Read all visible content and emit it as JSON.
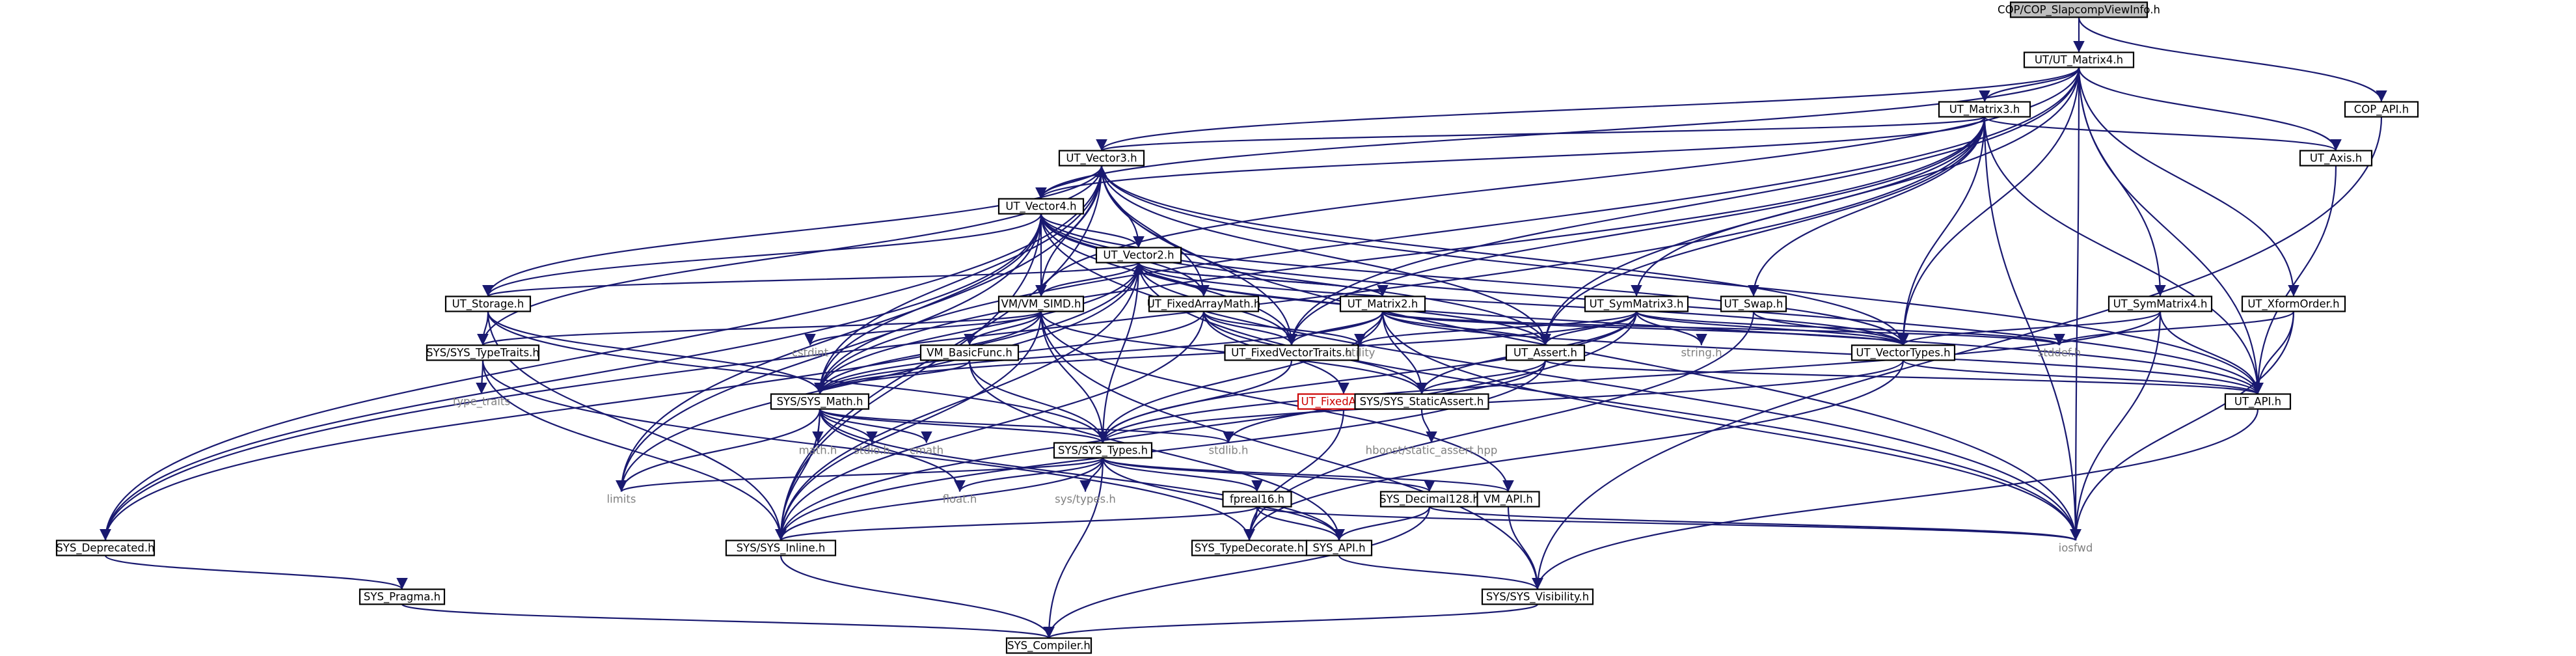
{
  "colors": {
    "edge": "#191970",
    "box_stroke": "#000000",
    "box_fill": "#ffffff",
    "root_fill": "#bfbfbf",
    "text": "#000000",
    "missing_text": "#cc0000",
    "missing_stroke": "#cc0000",
    "plain_text": "#808080"
  },
  "nodes": [
    {
      "id": "root",
      "label": "COP/COP_SlapcompViewInfo.h",
      "kind": "root"
    },
    {
      "id": "ut_matrix4",
      "label": "UT/UT_Matrix4.h",
      "kind": "box"
    },
    {
      "id": "cop_api",
      "label": "COP_API.h",
      "kind": "box"
    },
    {
      "id": "ut_matrix3",
      "label": "UT_Matrix3.h",
      "kind": "box"
    },
    {
      "id": "ut_vector3",
      "label": "UT_Vector3.h",
      "kind": "box"
    },
    {
      "id": "ut_axis",
      "label": "UT_Axis.h",
      "kind": "box"
    },
    {
      "id": "ut_vector4",
      "label": "UT_Vector4.h",
      "kind": "box"
    },
    {
      "id": "ut_vector2",
      "label": "UT_Vector2.h",
      "kind": "box"
    },
    {
      "id": "ut_storage",
      "label": "UT_Storage.h",
      "kind": "box"
    },
    {
      "id": "vm_simd",
      "label": "VM/VM_SIMD.h",
      "kind": "box"
    },
    {
      "id": "ut_fixedarraymath",
      "label": "UT_FixedArrayMath.h",
      "kind": "box"
    },
    {
      "id": "ut_matrix2",
      "label": "UT_Matrix2.h",
      "kind": "box"
    },
    {
      "id": "ut_symmatrix3",
      "label": "UT_SymMatrix3.h",
      "kind": "box"
    },
    {
      "id": "ut_swap",
      "label": "UT_Swap.h",
      "kind": "box"
    },
    {
      "id": "ut_symmatrix4",
      "label": "UT_SymMatrix4.h",
      "kind": "box"
    },
    {
      "id": "ut_xformorder",
      "label": "UT_XformOrder.h",
      "kind": "box"
    },
    {
      "id": "sys_typetraits",
      "label": "SYS/SYS_TypeTraits.h",
      "kind": "box"
    },
    {
      "id": "cstdint",
      "label": "cstdint",
      "kind": "plain"
    },
    {
      "id": "vm_basicfunc",
      "label": "VM_BasicFunc.h",
      "kind": "box"
    },
    {
      "id": "ut_fixedvectortraits",
      "label": "UT_FixedVectorTraits.h",
      "kind": "box"
    },
    {
      "id": "utility",
      "label": "utility",
      "kind": "plain"
    },
    {
      "id": "ut_assert",
      "label": "UT_Assert.h",
      "kind": "box"
    },
    {
      "id": "string_h",
      "label": "string.h",
      "kind": "plain"
    },
    {
      "id": "ut_vectortypes",
      "label": "UT_VectorTypes.h",
      "kind": "box"
    },
    {
      "id": "stddef_h",
      "label": "stddef.h",
      "kind": "plain"
    },
    {
      "id": "type_traits",
      "label": "type_traits",
      "kind": "plain"
    },
    {
      "id": "sys_math",
      "label": "SYS/SYS_Math.h",
      "kind": "box"
    },
    {
      "id": "ut_fixedarray",
      "label": "UT_FixedArray.h",
      "kind": "missing"
    },
    {
      "id": "sys_staticassert",
      "label": "SYS/SYS_StaticAssert.h",
      "kind": "box"
    },
    {
      "id": "ut_api",
      "label": "UT_API.h",
      "kind": "box"
    },
    {
      "id": "math_h",
      "label": "math.h",
      "kind": "plain"
    },
    {
      "id": "stdio_h",
      "label": "stdio.h",
      "kind": "plain"
    },
    {
      "id": "cmath",
      "label": "cmath",
      "kind": "plain"
    },
    {
      "id": "sys_types",
      "label": "SYS/SYS_Types.h",
      "kind": "box"
    },
    {
      "id": "stdlib_h",
      "label": "stdlib.h",
      "kind": "plain"
    },
    {
      "id": "hboost",
      "label": "hboost/static_assert.hpp",
      "kind": "plain"
    },
    {
      "id": "limits",
      "label": "limits",
      "kind": "plain"
    },
    {
      "id": "float_h",
      "label": "float.h",
      "kind": "plain"
    },
    {
      "id": "sys_types_h",
      "label": "sys/types.h",
      "kind": "plain"
    },
    {
      "id": "fpreal16",
      "label": "fpreal16.h",
      "kind": "box"
    },
    {
      "id": "sys_decimal128",
      "label": "SYS_Decimal128.h",
      "kind": "box"
    },
    {
      "id": "vm_api",
      "label": "VM_API.h",
      "kind": "box"
    },
    {
      "id": "sys_deprecated",
      "label": "SYS_Deprecated.h",
      "kind": "box"
    },
    {
      "id": "sys_inline",
      "label": "SYS/SYS_Inline.h",
      "kind": "box"
    },
    {
      "id": "sys_typedecorate",
      "label": "SYS_TypeDecorate.h",
      "kind": "box"
    },
    {
      "id": "sys_api",
      "label": "SYS_API.h",
      "kind": "box"
    },
    {
      "id": "iosfwd",
      "label": "iosfwd",
      "kind": "plain"
    },
    {
      "id": "sys_pragma",
      "label": "SYS_Pragma.h",
      "kind": "box"
    },
    {
      "id": "sys_visibility",
      "label": "SYS/SYS_Visibility.h",
      "kind": "box"
    },
    {
      "id": "sys_compiler",
      "label": "SYS_Compiler.h",
      "kind": "box"
    }
  ],
  "edges": [
    [
      "root",
      "ut_matrix4"
    ],
    [
      "root",
      "cop_api"
    ],
    [
      "cop_api",
      "sys_visibility"
    ],
    [
      "ut_matrix4",
      "ut_matrix3"
    ],
    [
      "ut_matrix4",
      "ut_vector3"
    ],
    [
      "ut_matrix4",
      "ut_vector4"
    ],
    [
      "ut_matrix4",
      "ut_axis"
    ],
    [
      "ut_matrix4",
      "ut_symmatrix4"
    ],
    [
      "ut_matrix4",
      "ut_xformorder"
    ],
    [
      "ut_matrix4",
      "ut_api"
    ],
    [
      "ut_matrix4",
      "ut_assert"
    ],
    [
      "ut_matrix4",
      "ut_vectortypes"
    ],
    [
      "ut_matrix4",
      "ut_fixedvectortraits"
    ],
    [
      "ut_matrix4",
      "vm_simd"
    ],
    [
      "ut_matrix4",
      "sys_math"
    ],
    [
      "ut_matrix4",
      "iosfwd"
    ],
    [
      "ut_matrix3",
      "ut_vector3"
    ],
    [
      "ut_matrix3",
      "ut_vector4"
    ],
    [
      "ut_matrix3",
      "ut_axis"
    ],
    [
      "ut_matrix3",
      "ut_swap"
    ],
    [
      "ut_matrix3",
      "ut_symmatrix3"
    ],
    [
      "ut_matrix3",
      "ut_vectortypes"
    ],
    [
      "ut_matrix3",
      "ut_assert"
    ],
    [
      "ut_matrix3",
      "ut_api"
    ],
    [
      "ut_matrix3",
      "ut_fixedvectortraits"
    ],
    [
      "ut_matrix3",
      "sys_math"
    ],
    [
      "ut_matrix3",
      "iosfwd"
    ],
    [
      "ut_matrix3",
      "sys_deprecated"
    ],
    [
      "ut_vector3",
      "ut_vector4"
    ],
    [
      "ut_vector3",
      "ut_vector2"
    ],
    [
      "ut_vector3",
      "ut_storage"
    ],
    [
      "ut_vector3",
      "vm_simd"
    ],
    [
      "ut_vector3",
      "ut_fixedarraymath"
    ],
    [
      "ut_vector3",
      "ut_fixedvectortraits"
    ],
    [
      "ut_vector3",
      "ut_assert"
    ],
    [
      "ut_vector3",
      "ut_vectortypes"
    ],
    [
      "ut_vector3",
      "ut_api"
    ],
    [
      "ut_vector3",
      "sys_math"
    ],
    [
      "ut_vector3",
      "sys_typetraits"
    ],
    [
      "ut_vector3",
      "sys_deprecated"
    ],
    [
      "ut_vector3",
      "sys_inline"
    ],
    [
      "ut_vector3",
      "limits"
    ],
    [
      "ut_vector3",
      "iosfwd"
    ],
    [
      "ut_vector4",
      "ut_vector3"
    ],
    [
      "ut_vector4",
      "ut_vector2"
    ],
    [
      "ut_vector4",
      "ut_storage"
    ],
    [
      "ut_vector4",
      "vm_simd"
    ],
    [
      "ut_vector4",
      "ut_fixedarraymath"
    ],
    [
      "ut_vector4",
      "ut_fixedvectortraits"
    ],
    [
      "ut_vector4",
      "ut_assert"
    ],
    [
      "ut_vector4",
      "ut_vectortypes"
    ],
    [
      "ut_vector4",
      "ut_api"
    ],
    [
      "ut_vector4",
      "sys_math"
    ],
    [
      "ut_vector4",
      "sys_deprecated"
    ],
    [
      "ut_vector4",
      "sys_inline"
    ],
    [
      "ut_vector4",
      "limits"
    ],
    [
      "ut_vector4",
      "iosfwd"
    ],
    [
      "ut_vector2",
      "ut_matrix2"
    ],
    [
      "ut_vector2",
      "ut_storage"
    ],
    [
      "ut_vector2",
      "vm_simd"
    ],
    [
      "ut_vector2",
      "ut_fixedarraymath"
    ],
    [
      "ut_vector2",
      "ut_fixedvectortraits"
    ],
    [
      "ut_vector2",
      "ut_assert"
    ],
    [
      "ut_vector2",
      "ut_vectortypes"
    ],
    [
      "ut_vector2",
      "ut_api"
    ],
    [
      "ut_vector2",
      "sys_math"
    ],
    [
      "ut_vector2",
      "sys_types"
    ],
    [
      "ut_vector2",
      "sys_deprecated"
    ],
    [
      "ut_vector2",
      "sys_inline"
    ],
    [
      "ut_vector2",
      "limits"
    ],
    [
      "ut_vector2",
      "iosfwd"
    ],
    [
      "ut_matrix2",
      "ut_vector2"
    ],
    [
      "ut_matrix2",
      "ut_fixedvectortraits"
    ],
    [
      "ut_matrix2",
      "ut_assert"
    ],
    [
      "ut_matrix2",
      "ut_vectortypes"
    ],
    [
      "ut_matrix2",
      "ut_api"
    ],
    [
      "ut_matrix2",
      "sys_math"
    ],
    [
      "ut_matrix2",
      "sys_types"
    ],
    [
      "ut_matrix2",
      "sys_staticassert"
    ],
    [
      "ut_matrix2",
      "stddef_h"
    ],
    [
      "ut_matrix2",
      "utility"
    ],
    [
      "ut_matrix2",
      "iosfwd"
    ],
    [
      "ut_storage",
      "sys_typetraits"
    ],
    [
      "ut_storage",
      "sys_math"
    ],
    [
      "ut_storage",
      "sys_types"
    ],
    [
      "ut_storage",
      "sys_inline"
    ],
    [
      "vm_simd",
      "cstdint"
    ],
    [
      "vm_simd",
      "vm_basicfunc"
    ],
    [
      "vm_simd",
      "sys_math"
    ],
    [
      "vm_simd",
      "sys_types"
    ],
    [
      "vm_simd",
      "sys_inline"
    ],
    [
      "vm_simd",
      "sys_staticassert"
    ],
    [
      "vm_simd",
      "sys_typetraits"
    ],
    [
      "vm_simd",
      "vm_api"
    ],
    [
      "vm_simd",
      "sys_visibility"
    ],
    [
      "vm_basicfunc",
      "sys_math"
    ],
    [
      "vm_basicfunc",
      "sys_types"
    ],
    [
      "vm_basicfunc",
      "sys_api"
    ],
    [
      "ut_fixedarraymath",
      "ut_fixedarray"
    ],
    [
      "ut_fixedarraymath",
      "sys_staticassert"
    ],
    [
      "ut_fixedarraymath",
      "sys_math"
    ],
    [
      "ut_fixedarraymath",
      "sys_inline"
    ],
    [
      "ut_fixedarraymath",
      "ut_fixedvectortraits"
    ],
    [
      "ut_fixedarraymath",
      "utility"
    ],
    [
      "ut_fixedarray",
      "sys_typedecorate"
    ],
    [
      "ut_fixedvectortraits",
      "sys_types"
    ],
    [
      "ut_symmatrix3",
      "ut_assert"
    ],
    [
      "ut_symmatrix3",
      "ut_vectortypes"
    ],
    [
      "ut_symmatrix3",
      "sys_math"
    ],
    [
      "ut_symmatrix3",
      "sys_staticassert"
    ],
    [
      "ut_symmatrix3",
      "sys_types"
    ],
    [
      "ut_symmatrix3",
      "string_h"
    ],
    [
      "ut_symmatrix3",
      "utility"
    ],
    [
      "ut_symmatrix3",
      "stddef_h"
    ],
    [
      "ut_symmatrix3",
      "sys_inline"
    ],
    [
      "ut_swap",
      "ut_vectortypes"
    ],
    [
      "ut_swap",
      "sys_typedecorate"
    ],
    [
      "ut_symmatrix4",
      "ut_vectortypes"
    ],
    [
      "ut_symmatrix4",
      "ut_api"
    ],
    [
      "ut_symmatrix4",
      "sys_types"
    ],
    [
      "ut_symmatrix4",
      "iosfwd"
    ],
    [
      "ut_xformorder",
      "ut_api"
    ],
    [
      "ut_xformorder",
      "stddef_h"
    ],
    [
      "ut_xformorder",
      "iosfwd"
    ],
    [
      "ut_axis",
      "ut_api"
    ],
    [
      "ut_assert",
      "ut_api"
    ],
    [
      "ut_assert",
      "sys_staticassert"
    ],
    [
      "ut_assert",
      "sys_inline"
    ],
    [
      "ut_assert",
      "stdlib_h"
    ],
    [
      "ut_vectortypes",
      "ut_api"
    ],
    [
      "ut_vectortypes",
      "sys_types"
    ],
    [
      "ut_vectortypes",
      "sys_typedecorate"
    ],
    [
      "ut_api",
      "sys_visibility"
    ],
    [
      "sys_typetraits",
      "type_traits"
    ],
    [
      "sys_typetraits",
      "sys_inline"
    ],
    [
      "sys_typetraits",
      "sys_typedecorate"
    ],
    [
      "sys_staticassert",
      "hboost"
    ],
    [
      "sys_math",
      "math_h"
    ],
    [
      "sys_math",
      "stdio_h"
    ],
    [
      "sys_math",
      "cmath"
    ],
    [
      "sys_math",
      "stdlib_h"
    ],
    [
      "sys_math",
      "float_h"
    ],
    [
      "sys_math",
      "limits"
    ],
    [
      "sys_math",
      "sys_types"
    ],
    [
      "sys_math",
      "sys_inline"
    ],
    [
      "sys_math",
      "sys_api"
    ],
    [
      "sys_types",
      "sys_inline"
    ],
    [
      "sys_types",
      "sys_api"
    ],
    [
      "sys_types",
      "float_h"
    ],
    [
      "sys_types",
      "limits"
    ],
    [
      "sys_types",
      "sys_types_h"
    ],
    [
      "sys_types",
      "fpreal16"
    ],
    [
      "sys_types",
      "sys_decimal128"
    ],
    [
      "sys_types",
      "vm_api"
    ],
    [
      "sys_types",
      "sys_compiler"
    ],
    [
      "fpreal16",
      "sys_api"
    ],
    [
      "fpreal16",
      "sys_typedecorate"
    ],
    [
      "fpreal16",
      "sys_inline"
    ],
    [
      "fpreal16",
      "iosfwd"
    ],
    [
      "sys_decimal128",
      "sys_api"
    ],
    [
      "sys_decimal128",
      "sys_compiler"
    ],
    [
      "sys_decimal128",
      "iosfwd"
    ],
    [
      "vm_api",
      "sys_visibility"
    ],
    [
      "sys_api",
      "sys_visibility"
    ],
    [
      "sys_inline",
      "sys_compiler"
    ],
    [
      "sys_deprecated",
      "sys_pragma"
    ],
    [
      "sys_pragma",
      "sys_compiler"
    ],
    [
      "sys_visibility",
      "sys_compiler"
    ]
  ]
}
